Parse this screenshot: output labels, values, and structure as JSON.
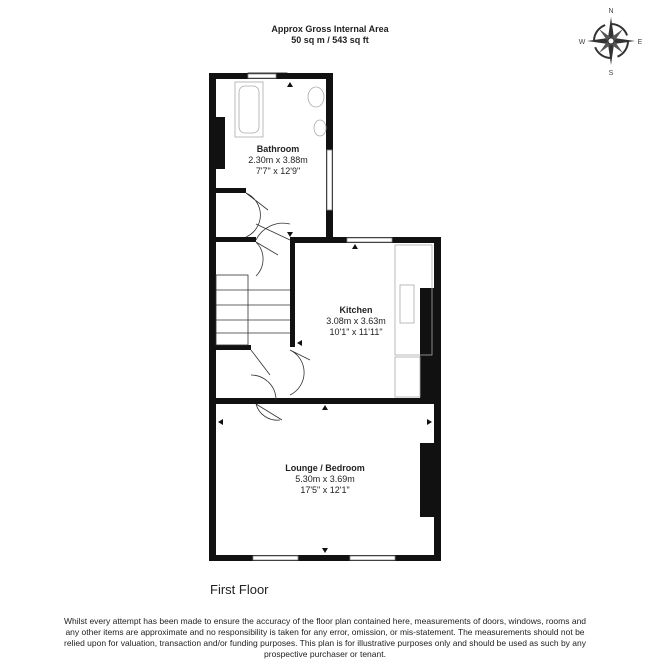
{
  "header": {
    "line1": "Approx Gross Internal Area",
    "line2": "50 sq m / 543 sq ft"
  },
  "compass": {
    "n": "N",
    "e": "E",
    "s": "S",
    "w": "W"
  },
  "rooms": [
    {
      "name": "Bathroom",
      "metric": "2.30m x 3.88m",
      "imperial": "7'7\" x 12'9\""
    },
    {
      "name": "Kitchen",
      "metric": "3.08m x 3.63m",
      "imperial": "10'1\" x 11'11\""
    },
    {
      "name": "Lounge / Bedroom",
      "metric": "5.30m x 3.69m",
      "imperial": "17'5\" x 12'1\""
    }
  ],
  "floor_label": "First Floor",
  "disclaimer": "Whilst every attempt has been made to ensure the accuracy of the floor plan contained here, measurements of doors, windows, rooms and any other items are approximate and no responsibility is taken for any error, omission, or mis-statement. The measurements should not be relied upon for valuation, transaction and/or funding purposes. This plan is for illustrative purposes only and should be used as such by any prospective purchaser or tenant."
}
